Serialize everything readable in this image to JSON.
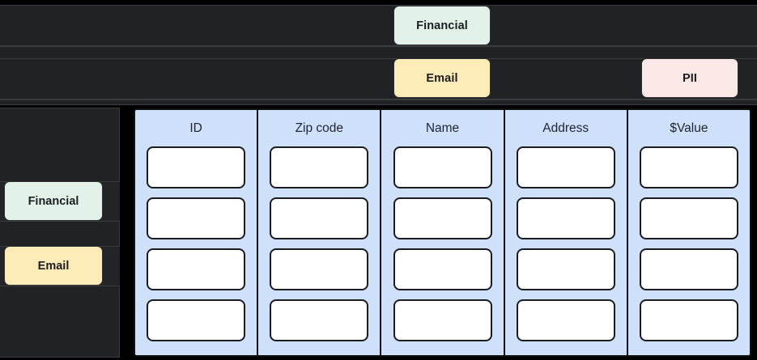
{
  "theme": {
    "page_background": "#000000",
    "panel_background": "#212225",
    "panel_border": "#3a3c40",
    "column_background": "#cfe0fb",
    "cell_background": "#ffffff",
    "cell_border": "#1b1c1f",
    "chip_financial_color": "#e3f2e9",
    "chip_email_color": "#fdecb8",
    "chip_pii_color": "#fbe9e7",
    "chip_text_color": "#1c1d20",
    "header_text_color": "#1f2430"
  },
  "top_rows": [
    {
      "row_index": 1,
      "chips": [
        {
          "label": "Financial",
          "kind": "financial"
        }
      ]
    },
    {
      "row_index": 2,
      "chips": [
        {
          "label": "Email",
          "kind": "email"
        },
        {
          "label": "PII",
          "kind": "pii"
        }
      ]
    }
  ],
  "sidebar": {
    "items": [
      {
        "label": "Financial",
        "kind": "financial"
      },
      {
        "label": "Email",
        "kind": "email"
      }
    ]
  },
  "table": {
    "columns": [
      {
        "header": "ID",
        "cells": [
          "",
          "",
          "",
          ""
        ]
      },
      {
        "header": "Zip code",
        "cells": [
          "",
          "",
          "",
          ""
        ]
      },
      {
        "header": "Name",
        "cells": [
          "",
          "",
          "",
          ""
        ]
      },
      {
        "header": "Address",
        "cells": [
          "",
          "",
          "",
          ""
        ]
      },
      {
        "header": "$Value",
        "cells": [
          "",
          "",
          "",
          ""
        ]
      }
    ],
    "row_count": 4,
    "column_count": 5
  }
}
